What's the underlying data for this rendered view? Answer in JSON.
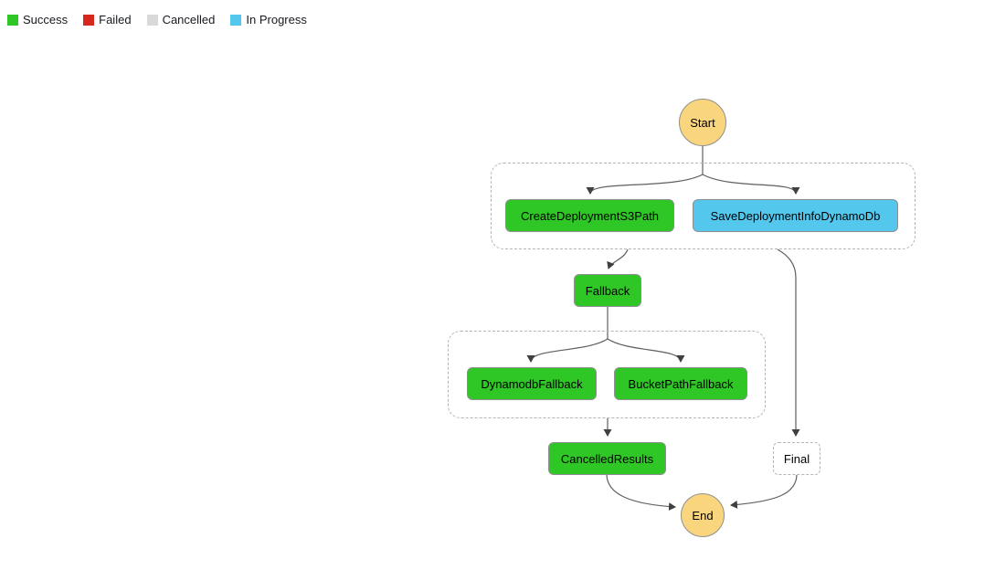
{
  "legend": {
    "items": [
      {
        "label": "Success",
        "color": "#2ec725"
      },
      {
        "label": "Failed",
        "color": "#d6281e"
      },
      {
        "label": "Cancelled",
        "color": "#d9d9d9"
      },
      {
        "label": "In Progress",
        "color": "#54c7ec"
      }
    ]
  },
  "workflow": {
    "start": {
      "label": "Start"
    },
    "end": {
      "label": "End"
    },
    "steps": {
      "createDeploymentS3Path": {
        "label": "CreateDeploymentS3Path",
        "status": "Success"
      },
      "saveDeploymentInfoDynamoDb": {
        "label": "SaveDeploymentInfoDynamoDb",
        "status": "In Progress"
      },
      "fallback": {
        "label": "Fallback",
        "status": "Success"
      },
      "dynamodbFallback": {
        "label": "DynamodbFallback",
        "status": "Success"
      },
      "bucketPathFallback": {
        "label": "BucketPathFallback",
        "status": "Success"
      },
      "cancelledResults": {
        "label": "CancelledResults",
        "status": "Success"
      },
      "final": {
        "label": "Final",
        "status": "Not started"
      }
    },
    "edges": [
      {
        "from": "Start",
        "to": "CreateDeploymentS3Path"
      },
      {
        "from": "Start",
        "to": "SaveDeploymentInfoDynamoDb"
      },
      {
        "from": "CreateDeploymentS3Path",
        "to": "Fallback"
      },
      {
        "from": "SaveDeploymentInfoDynamoDb",
        "to": "Final"
      },
      {
        "from": "Fallback",
        "to": "DynamodbFallback"
      },
      {
        "from": "Fallback",
        "to": "BucketPathFallback"
      },
      {
        "from": "FallbackGroup",
        "to": "CancelledResults"
      },
      {
        "from": "CancelledResults",
        "to": "End"
      },
      {
        "from": "Final",
        "to": "End"
      }
    ],
    "colors": {
      "success": "#2ec725",
      "inProgress": "#54c7ec",
      "startEnd": "#f9d57e",
      "pending": "#ffffff",
      "edge": "#5f5f5f"
    }
  }
}
